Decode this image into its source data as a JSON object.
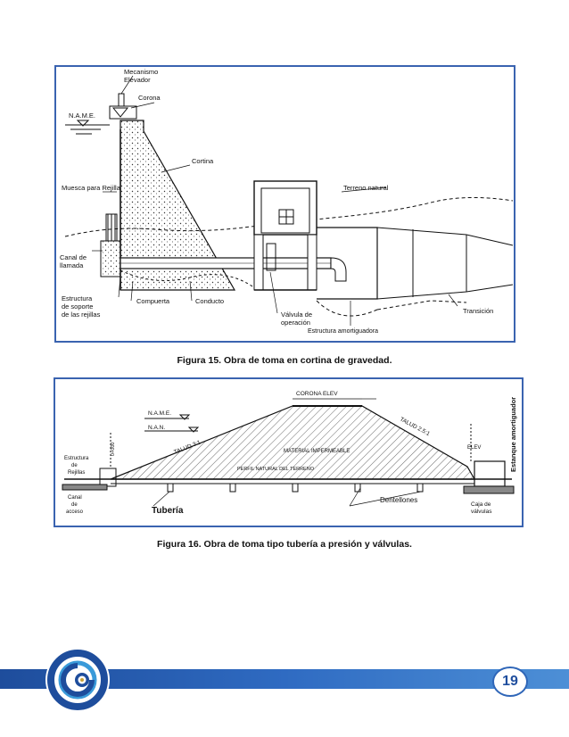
{
  "figure15": {
    "labels": {
      "mecanismo": "Mecanismo",
      "elevador": "Elevador",
      "corona": "Corona",
      "name": "N.A.M.E.",
      "cortina": "Cortina",
      "muesca": "Muesca para Rejilla",
      "terreno": "Terreno natural",
      "canal1": "Canal de",
      "canal2": "llamada",
      "estr1": "Estructura",
      "estr2": "de soporte",
      "estr3": "de las rejillas",
      "compuerta": "Compuerta",
      "conducto": "Conducto",
      "valvula1": "Válvula de",
      "valvula2": "operación",
      "transicion": "Transición",
      "estanque": "Estructura amortiguadora"
    },
    "caption": "Figura 15. Obra de toma en cortina de gravedad."
  },
  "figure16": {
    "labels": {
      "corona": "CORONA  ELEV",
      "name": "N.A.M.E.",
      "nan": "N.A.N.",
      "talud_left": "TALUD 3:1",
      "talud_right": "TALUD 2.5:1",
      "material": "MATERIAL IMPERMEABLE",
      "perfil": "PERFIL NATURAL DEL TERRENO",
      "estr1": "Estructura",
      "estr2": "de",
      "estr3": "Rejillas",
      "canal1": "Canal",
      "canal2": "de",
      "canal3": "acceso",
      "tuberia": "Tubería",
      "dentellones": "Dentellones",
      "caja1": "Caja de",
      "caja2": "válvulas",
      "estanque": "Estanque amortiguador",
      "elev": "ELEV",
      "var": "0+000"
    },
    "caption": "Figura 16. Obra de toma tipo tubería a presión y válvulas."
  },
  "footer": {
    "page_number": "19"
  },
  "colors": {
    "frame": "#3a63b0",
    "footer_dark": "#1e4d9c",
    "footer_light": "#4d8fd6"
  }
}
